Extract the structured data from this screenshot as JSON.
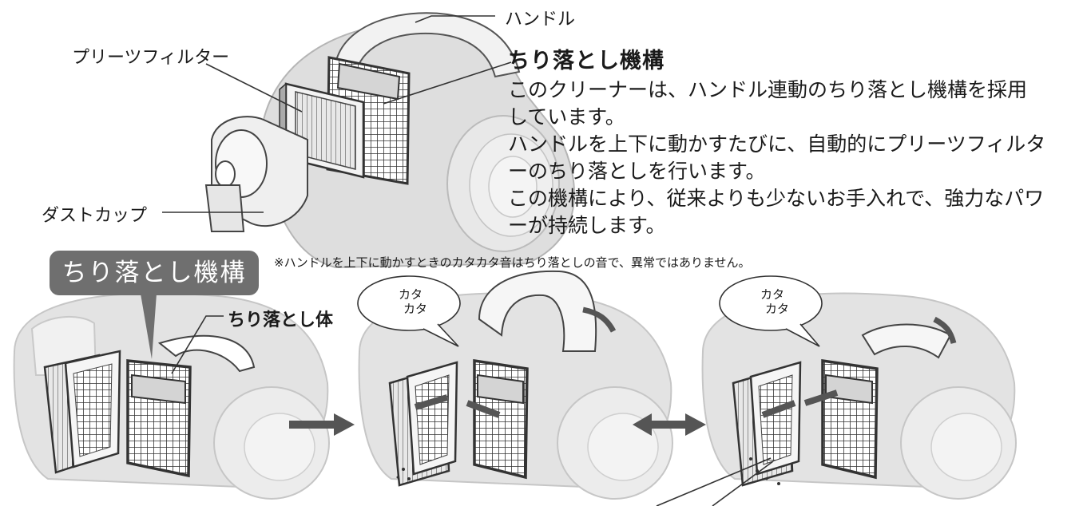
{
  "callouts": {
    "handle": "ハンドル",
    "pleats_filter": "プリーツフィルター",
    "dust_cup": "ダストカップ",
    "shake_body": "ちり落とし体"
  },
  "description": {
    "heading": "ちり落とし機構",
    "lines": [
      "このクリーナーは、ハンドル連動のちり落とし機構を採用",
      "しています。",
      "ハンドルを上下に動かすたびに、自動的にプリーツフィルタ",
      "ーのちり落としを行います。",
      "この機構により、従来よりも少ないお手入れで、強力なパワ",
      "ーが持続します。"
    ]
  },
  "note": "※ハンドルを上下に動かすときのカタカタ音はちり落としの音で、異常ではありません。",
  "badge": "ちり落とし機構",
  "bubbles": [
    {
      "line1": "カタ",
      "line2": "カタ"
    },
    {
      "line1": "カタ",
      "line2": "カタ"
    }
  ],
  "colors": {
    "badge": "#6f6f6f",
    "outline": "#444444",
    "body": "#cfcfcf",
    "arrow": "#555555"
  }
}
